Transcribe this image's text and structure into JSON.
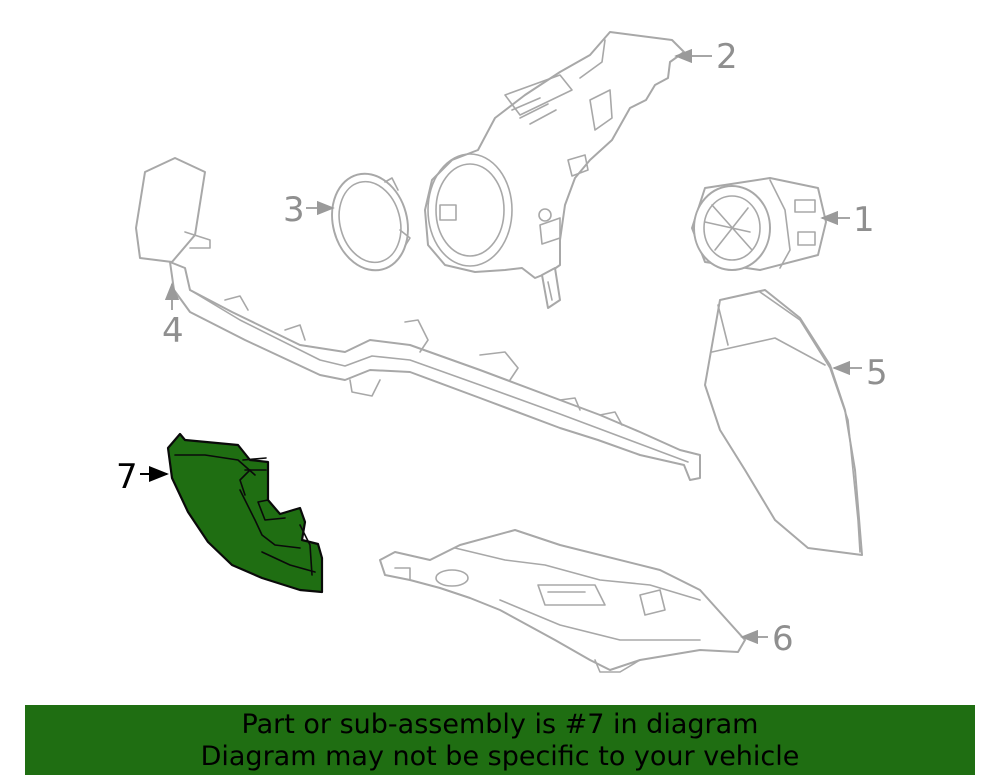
{
  "callouts": {
    "c1": "1",
    "c2": "2",
    "c3": "3",
    "c4": "4",
    "c5": "5",
    "c6": "6",
    "c7": "7"
  },
  "highlighted_part": "7",
  "colors": {
    "highlight_fill": "#1f6e12",
    "banner_background": "#1f6e12",
    "line_gray": "#a8a8a8"
  },
  "banner": {
    "line1": "Part or sub-assembly is #7 in diagram",
    "line2": "Diagram may not be specific to your vehicle"
  }
}
